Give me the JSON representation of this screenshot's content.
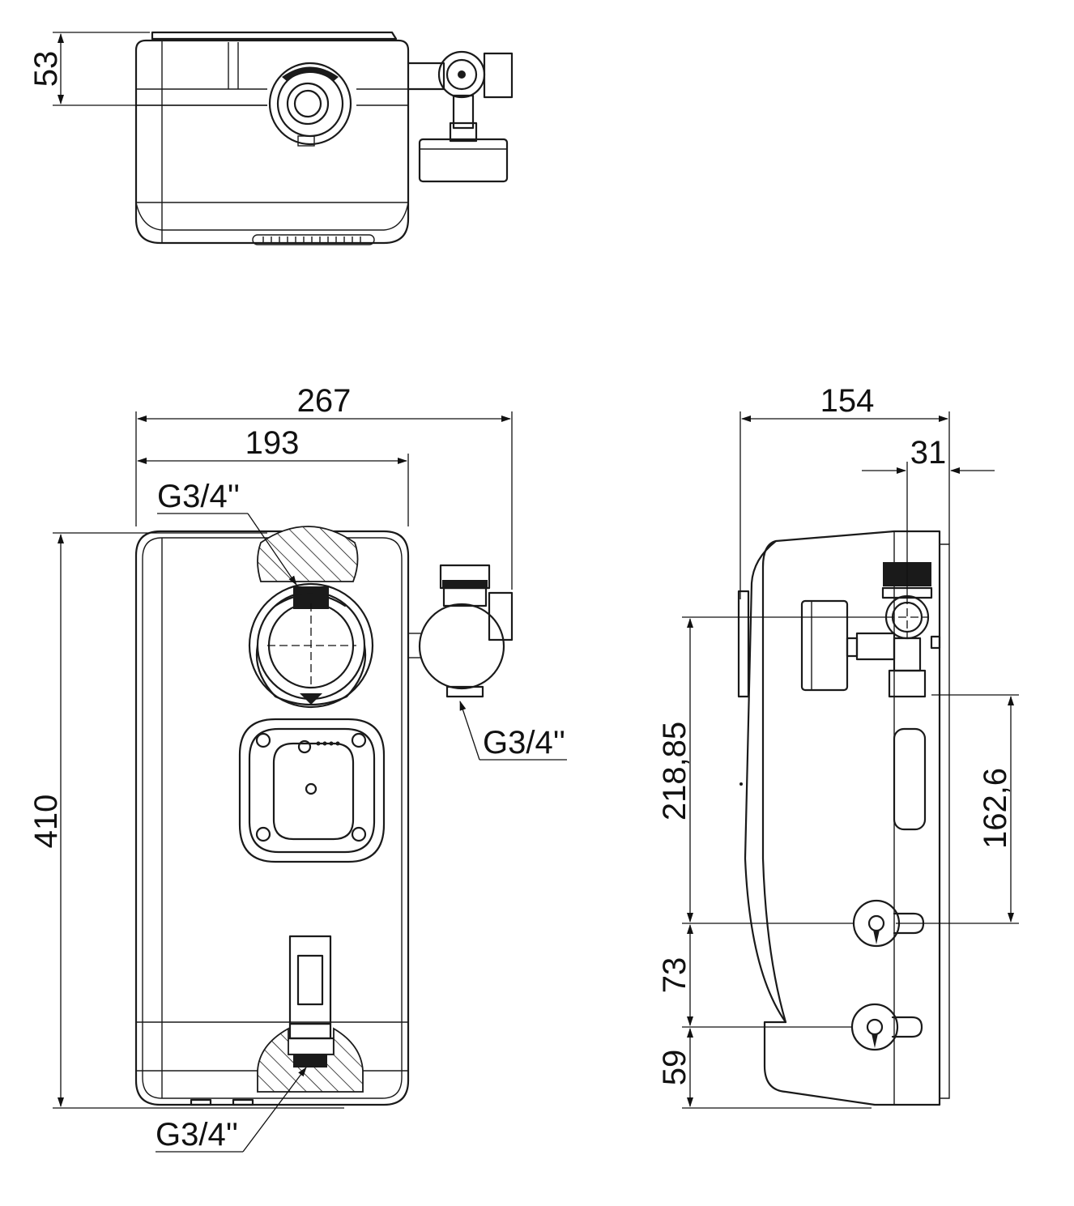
{
  "dimensions": {
    "top_height": "53",
    "overall_width": "267",
    "body_width": "193",
    "height": "410",
    "depth": "154",
    "side_offset": "31",
    "inlet_height": "218,85",
    "outlet_spacing": "162,6",
    "knob_spacing": "73",
    "knob_bottom": "59"
  },
  "threads": {
    "top_inlet": "G3/4''",
    "valve_outlet": "G3/4''",
    "bottom_outlet": "G3/4''"
  }
}
